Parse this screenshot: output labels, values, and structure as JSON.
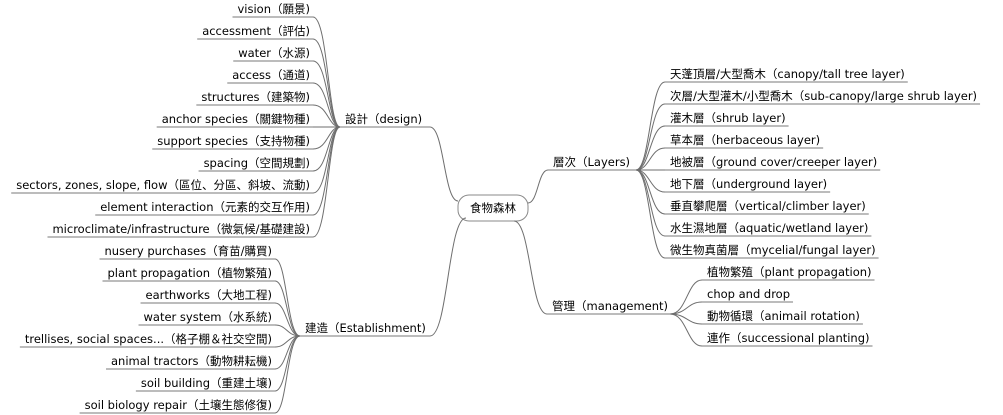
{
  "center": {
    "label": "食物森林"
  },
  "branches": {
    "design": {
      "label": "設計（design)",
      "items": [
        "vision（願景)",
        "accessment（評估)",
        "water（水源)",
        "access（通道)",
        "structures（建築物)",
        "anchor species（關鍵物種)",
        "support species（支持物種)",
        "spacing（空間規劃)",
        "sectors, zones, slope, flow（區位、分區、斜坡、流動)",
        "element interaction（元素的交互作用)",
        "microclimate/infrastructure（微氣候/基礎建設)"
      ]
    },
    "establishment": {
      "label": "建造（Establishment)",
      "items": [
        "nusery purchases（育苗/購買)",
        "plant propagation（植物繁殖)",
        "earthworks（大地工程)",
        "water system（水系統)",
        "trellises, social spaces...（格子棚＆社交空間)",
        "animal tractors（動物耕耘機)",
        "soil building（重建土壤)",
        "soil biology repair（土壤生態修復)"
      ]
    },
    "layers": {
      "label": "層次（Layers)",
      "items": [
        "天蓬頂層/大型喬木（canopy/tall tree layer)",
        "次層/大型灌木/小型喬木（sub-canopy/large shrub layer)",
        "灌木層（shrub layer)",
        "草本層（herbaceous layer)",
        "地被層（ground cover/creeper layer)",
        "地下層（underground layer)",
        "垂直攀爬層（vertical/climber layer)",
        "水生濕地層（aquatic/wetland layer)",
        "微生物真菌層（mycelial/fungal layer)"
      ]
    },
    "management": {
      "label": "管理（management)",
      "items": [
        "植物繁殖（plant propagation)",
        "chop and drop",
        "動物循環（animail rotation)",
        "連作（successional planting)"
      ]
    }
  }
}
